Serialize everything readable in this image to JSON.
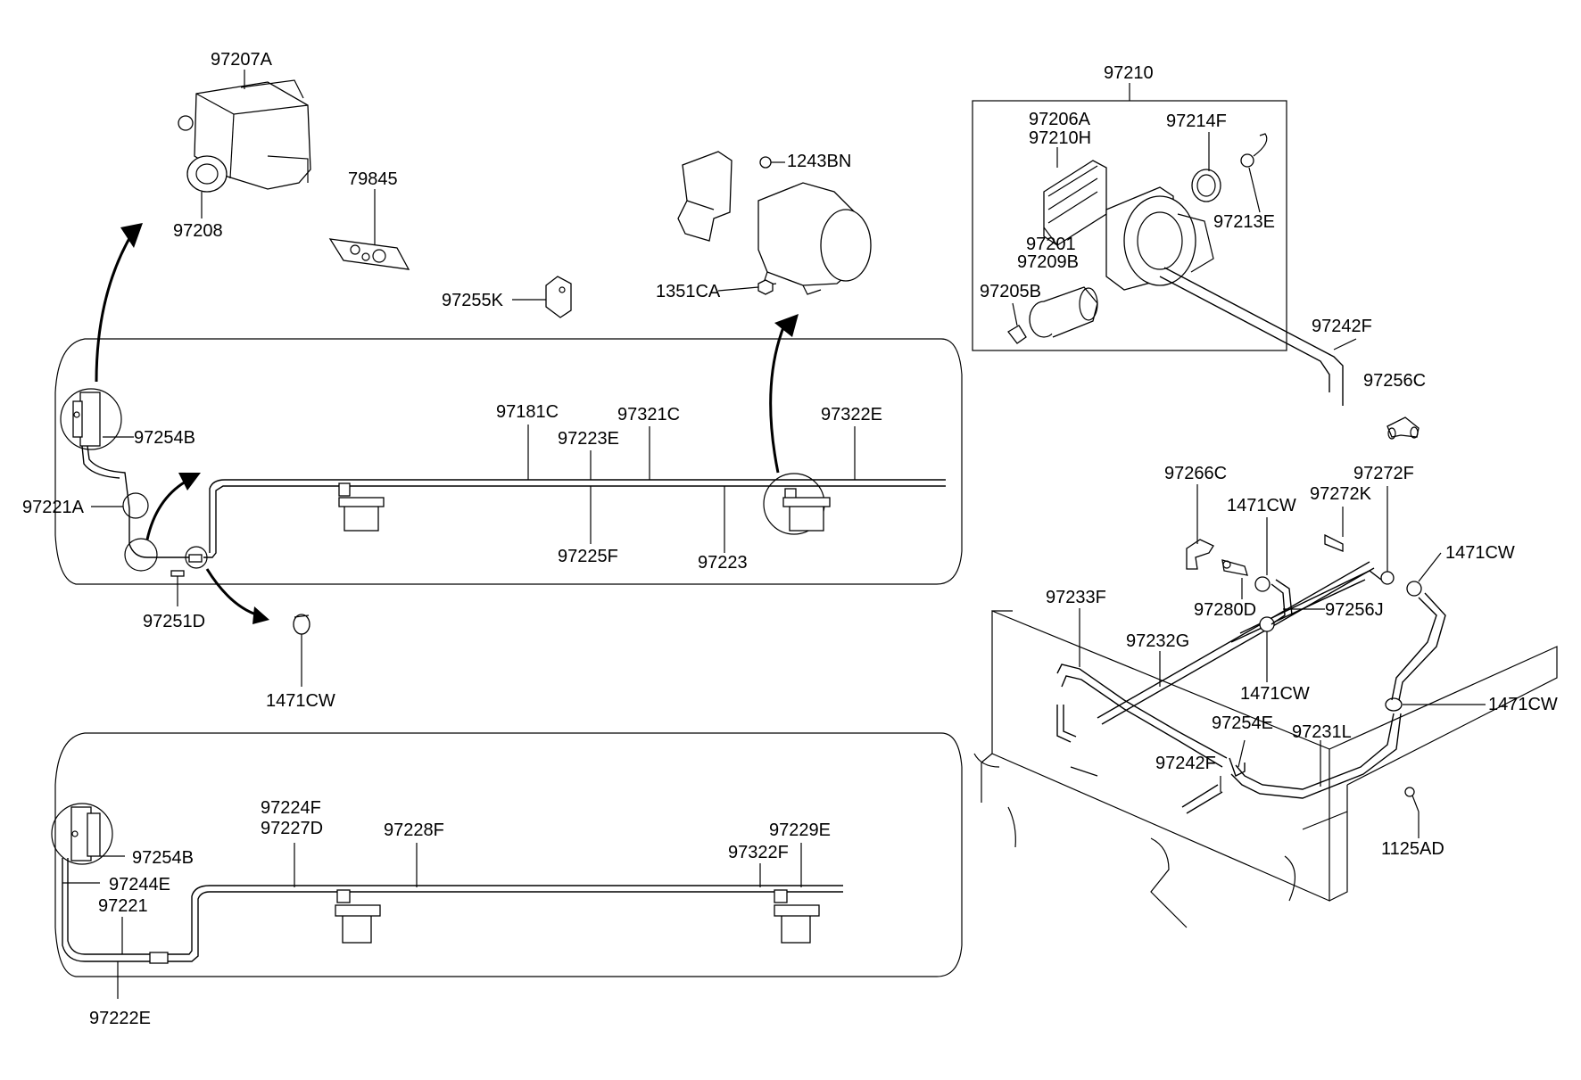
{
  "labels": {
    "p97207A": "97207A",
    "p97208": "97208",
    "p79845": "79845",
    "p97255K": "97255K",
    "p1243BN": "1243BN",
    "p1351CA": "1351CA",
    "p97210": "97210",
    "p97206A": "97206A",
    "p97210H": "97210H",
    "p97214F": "97214F",
    "p97213E": "97213E",
    "p97201": "97201",
    "p97209B": "97209B",
    "p97205B": "97205B",
    "p97242F_top": "97242F",
    "p97256C": "97256C",
    "p97254B_top": "97254B",
    "p97221A": "97221A",
    "p97181C": "97181C",
    "p97321C": "97321C",
    "p97223E": "97223E",
    "p97322E": "97322E",
    "p97225F": "97225F",
    "p97223": "97223",
    "p97251D": "97251D",
    "p1471CW_left": "1471CW",
    "p97266C": "97266C",
    "p97272F": "97272F",
    "p1471CW_a": "1471CW",
    "p97272K": "97272K",
    "p1471CW_b": "1471CW",
    "p97280D": "97280D",
    "p97256J": "97256J",
    "p97233F": "97233F",
    "p97232G": "97232G",
    "p1471CW_c": "1471CW",
    "p1471CW_d": "1471CW",
    "p97254E": "97254E",
    "p97231L": "97231L",
    "p97242F_bot": "97242F",
    "p1125AD": "1125AD",
    "p97224F": "97224F",
    "p97227D": "97227D",
    "p97228F": "97228F",
    "p97229E": "97229E",
    "p97322F": "97322F",
    "p97254B_bot": "97254B",
    "p97244E": "97244E",
    "p97221": "97221",
    "p97222E": "97222E"
  }
}
